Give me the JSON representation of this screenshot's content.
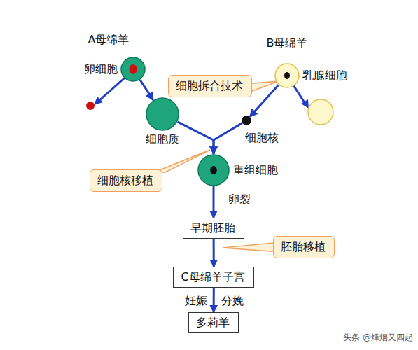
{
  "diagram": {
    "nodes": [
      {
        "text": [
          "卵细胞"
        ]
      },
      {
        "text": [
          "乳腺细胞"
        ]
      },
      {
        "text": [
          "细胞拆合技术"
        ]
      },
      {
        "text": [
          "细胞质"
        ]
      },
      {
        "text": [
          "细胞核"
        ]
      },
      {
        "text": [
          "重组细胞"
        ]
      },
      {
        "text": [
          "细胞核移植"
        ]
      },
      {
        "text": [
          "早期胚胎"
        ]
      },
      {
        "text": [
          "胚胎移植"
        ]
      },
      {
        "text": [
          "C母绵羊子宫"
        ]
      },
      {
        "text": [
          "多莉羊"
        ]
      }
    ],
    "edges": [
      {
        "from": 0,
        "to": 3,
        "arrow": "to"
      },
      {
        "from": 1,
        "to": 4,
        "arrow": "to"
      },
      {
        "from": 3,
        "to": 5,
        "arrow": "to"
      },
      {
        "from": 4,
        "to": 5,
        "arrow": "to"
      },
      {
        "from": 5,
        "to": 7,
        "label": "卵裂",
        "arrow": "to"
      },
      {
        "from": 7,
        "to": 9,
        "arrow": "to"
      },
      {
        "from": 9,
        "to": 10,
        "label": "妊娠",
        "arrow": "to"
      }
    ],
    "labels": [
      "A母绵羊",
      "B母绵羊",
      "分娩",
      "头条 @烽烟又四起"
    ]
  }
}
